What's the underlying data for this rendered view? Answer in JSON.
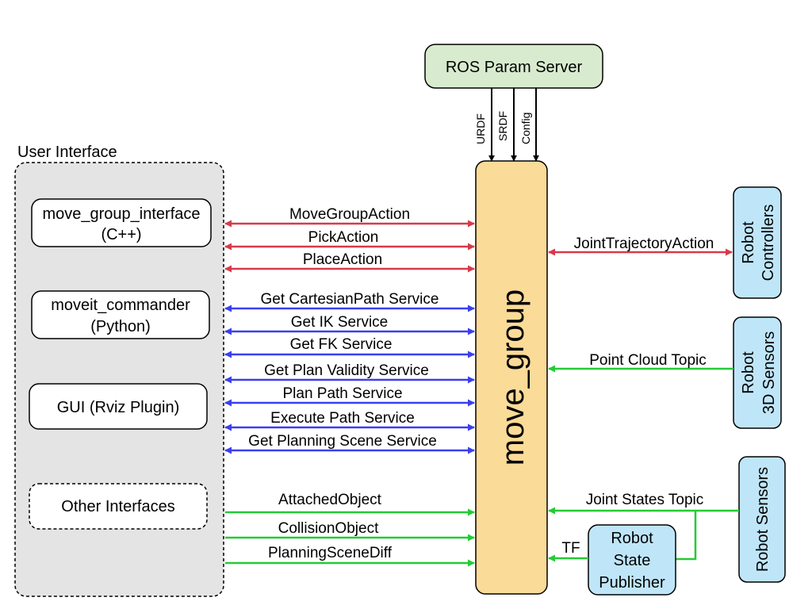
{
  "title": "",
  "nodes": {
    "param_server": "ROS Param Server",
    "move_group": "move_group",
    "user_interface": "User Interface",
    "cpp_interface": [
      "move_group_interface",
      "(C++)"
    ],
    "python_interface": [
      "moveit_commander",
      "(Python)"
    ],
    "gui": "GUI (Rviz Plugin)",
    "other": "Other Interfaces",
    "robot_controllers": [
      "Robot",
      "Controllers"
    ],
    "robot_3d_sensors": [
      "Robot",
      "3D Sensors"
    ],
    "robot_sensors": "Robot Sensors",
    "state_publisher": [
      "Robot",
      "State",
      "Publisher"
    ]
  },
  "param_edges": [
    "URDF",
    "SRDF",
    "Config"
  ],
  "actions": [
    "MoveGroupAction",
    "PickAction",
    "PlaceAction"
  ],
  "services": [
    "Get CartesianPath Service",
    "Get IK Service",
    "Get FK Service",
    "Get Plan Validity Service",
    "Plan Path Service",
    "Execute Path Service",
    "Get Planning Scene Service"
  ],
  "topics_in": [
    "AttachedObject",
    "CollisionObject",
    "PlanningSceneDiff"
  ],
  "right_edges": {
    "joint_trajectory": "JointTrajectoryAction",
    "point_cloud": "Point Cloud Topic",
    "joint_states": "Joint States Topic",
    "tf": "TF"
  },
  "colors": {
    "action": "#d83a4a",
    "service": "#3a3ff0",
    "topic": "#22cc33",
    "param_server_fill": "#d8ebcf",
    "move_group_fill": "#fbdb98",
    "robot_fill": "#bfe6f8",
    "user_interface_fill": "#e4e4e4"
  }
}
